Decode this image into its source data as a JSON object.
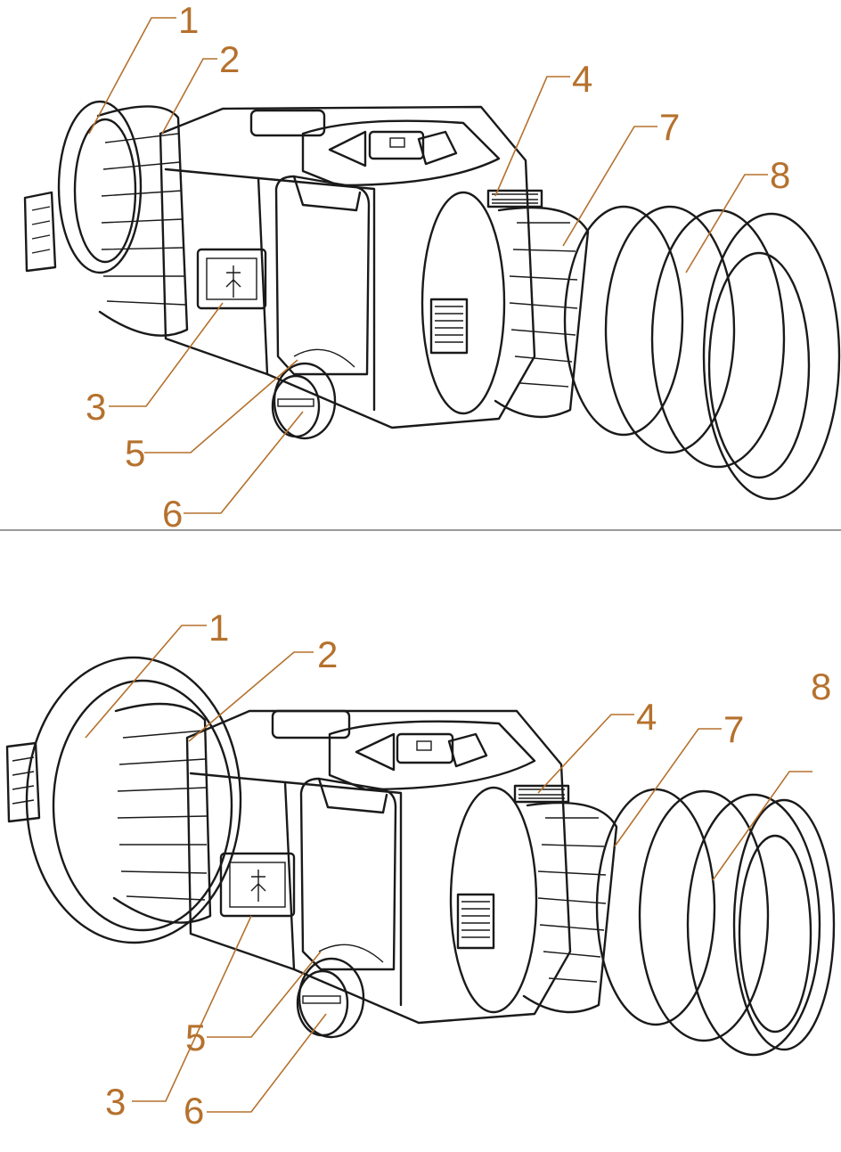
{
  "callout_colour": "#b5712d",
  "panels": [
    {
      "view": "top",
      "callouts": [
        {
          "number": "1"
        },
        {
          "number": "2"
        },
        {
          "number": "3"
        },
        {
          "number": "4"
        },
        {
          "number": "5"
        },
        {
          "number": "6"
        },
        {
          "number": "7"
        },
        {
          "number": "8"
        }
      ]
    },
    {
      "view": "bottom",
      "callouts": [
        {
          "number": "1"
        },
        {
          "number": "2"
        },
        {
          "number": "3"
        },
        {
          "number": "4"
        },
        {
          "number": "5"
        },
        {
          "number": "6"
        },
        {
          "number": "7"
        },
        {
          "number": "8"
        }
      ]
    }
  ],
  "icons": [
    "usb-icon",
    "lock-icon",
    "unlock-icon",
    "power-icon",
    "rotate-arrow-icon"
  ]
}
